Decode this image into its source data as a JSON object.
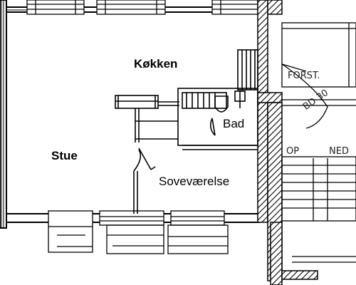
{
  "floor_plan": {
    "rooms": {
      "kitchen": "Køkken",
      "living_room": "Stue",
      "bathroom": "Bad",
      "bedroom": "Soveværelse"
    },
    "annotations": {
      "stairs_note": "FORST.",
      "door_note": "BD 30",
      "up_note": "OP",
      "down_note": "NED"
    }
  }
}
